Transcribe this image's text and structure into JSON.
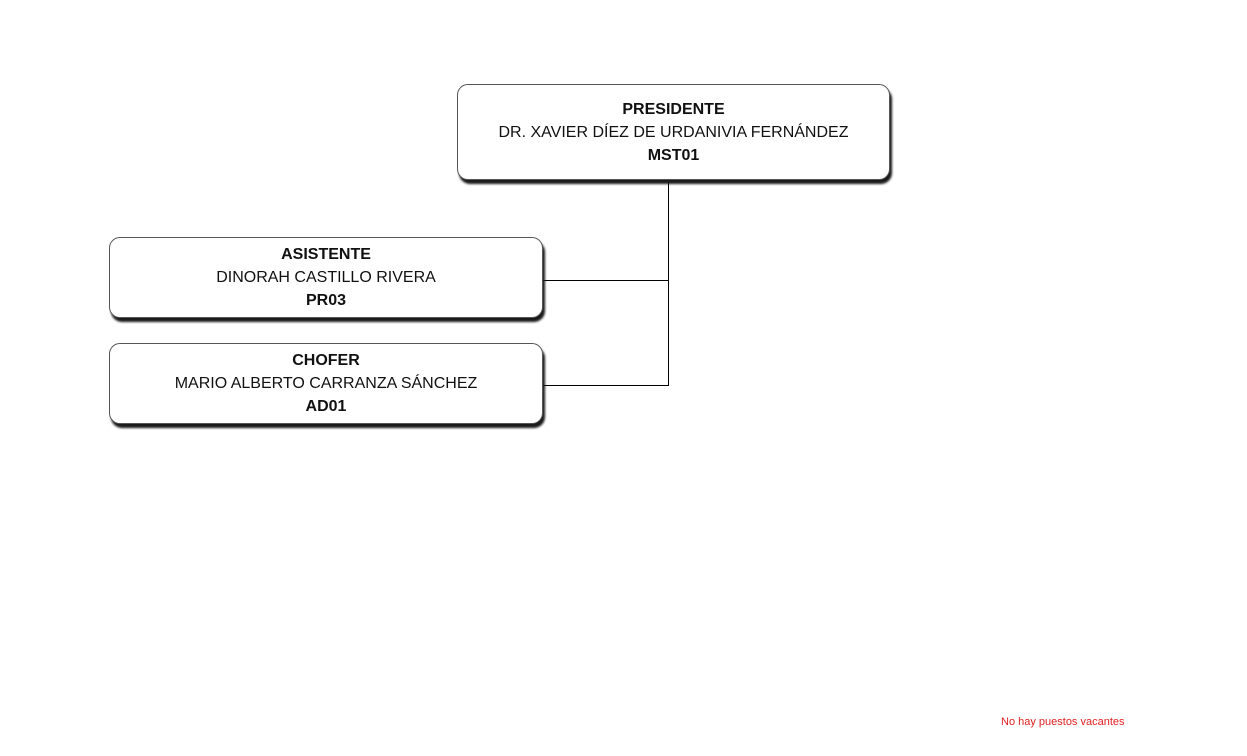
{
  "org_chart": {
    "president": {
      "role": "PRESIDENTE",
      "name": "DR. XAVIER DÍEZ DE URDANIVIA FERNÁNDEZ",
      "code": "MST01"
    },
    "subordinates": [
      {
        "role": "ASISTENTE",
        "name": "DINORAH CASTILLO RIVERA",
        "code": "PR03"
      },
      {
        "role": "CHOFER",
        "name": "MARIO ALBERTO CARRANZA SÁNCHEZ",
        "code": "AD01"
      }
    ]
  },
  "footer": {
    "vacancy_note": "No hay puestos vacantes"
  },
  "colors": {
    "box_background": "#ffffff",
    "box_border": "#555555",
    "shadow": "#1a1a1a",
    "connector": "#000000",
    "note": "#e02020"
  }
}
